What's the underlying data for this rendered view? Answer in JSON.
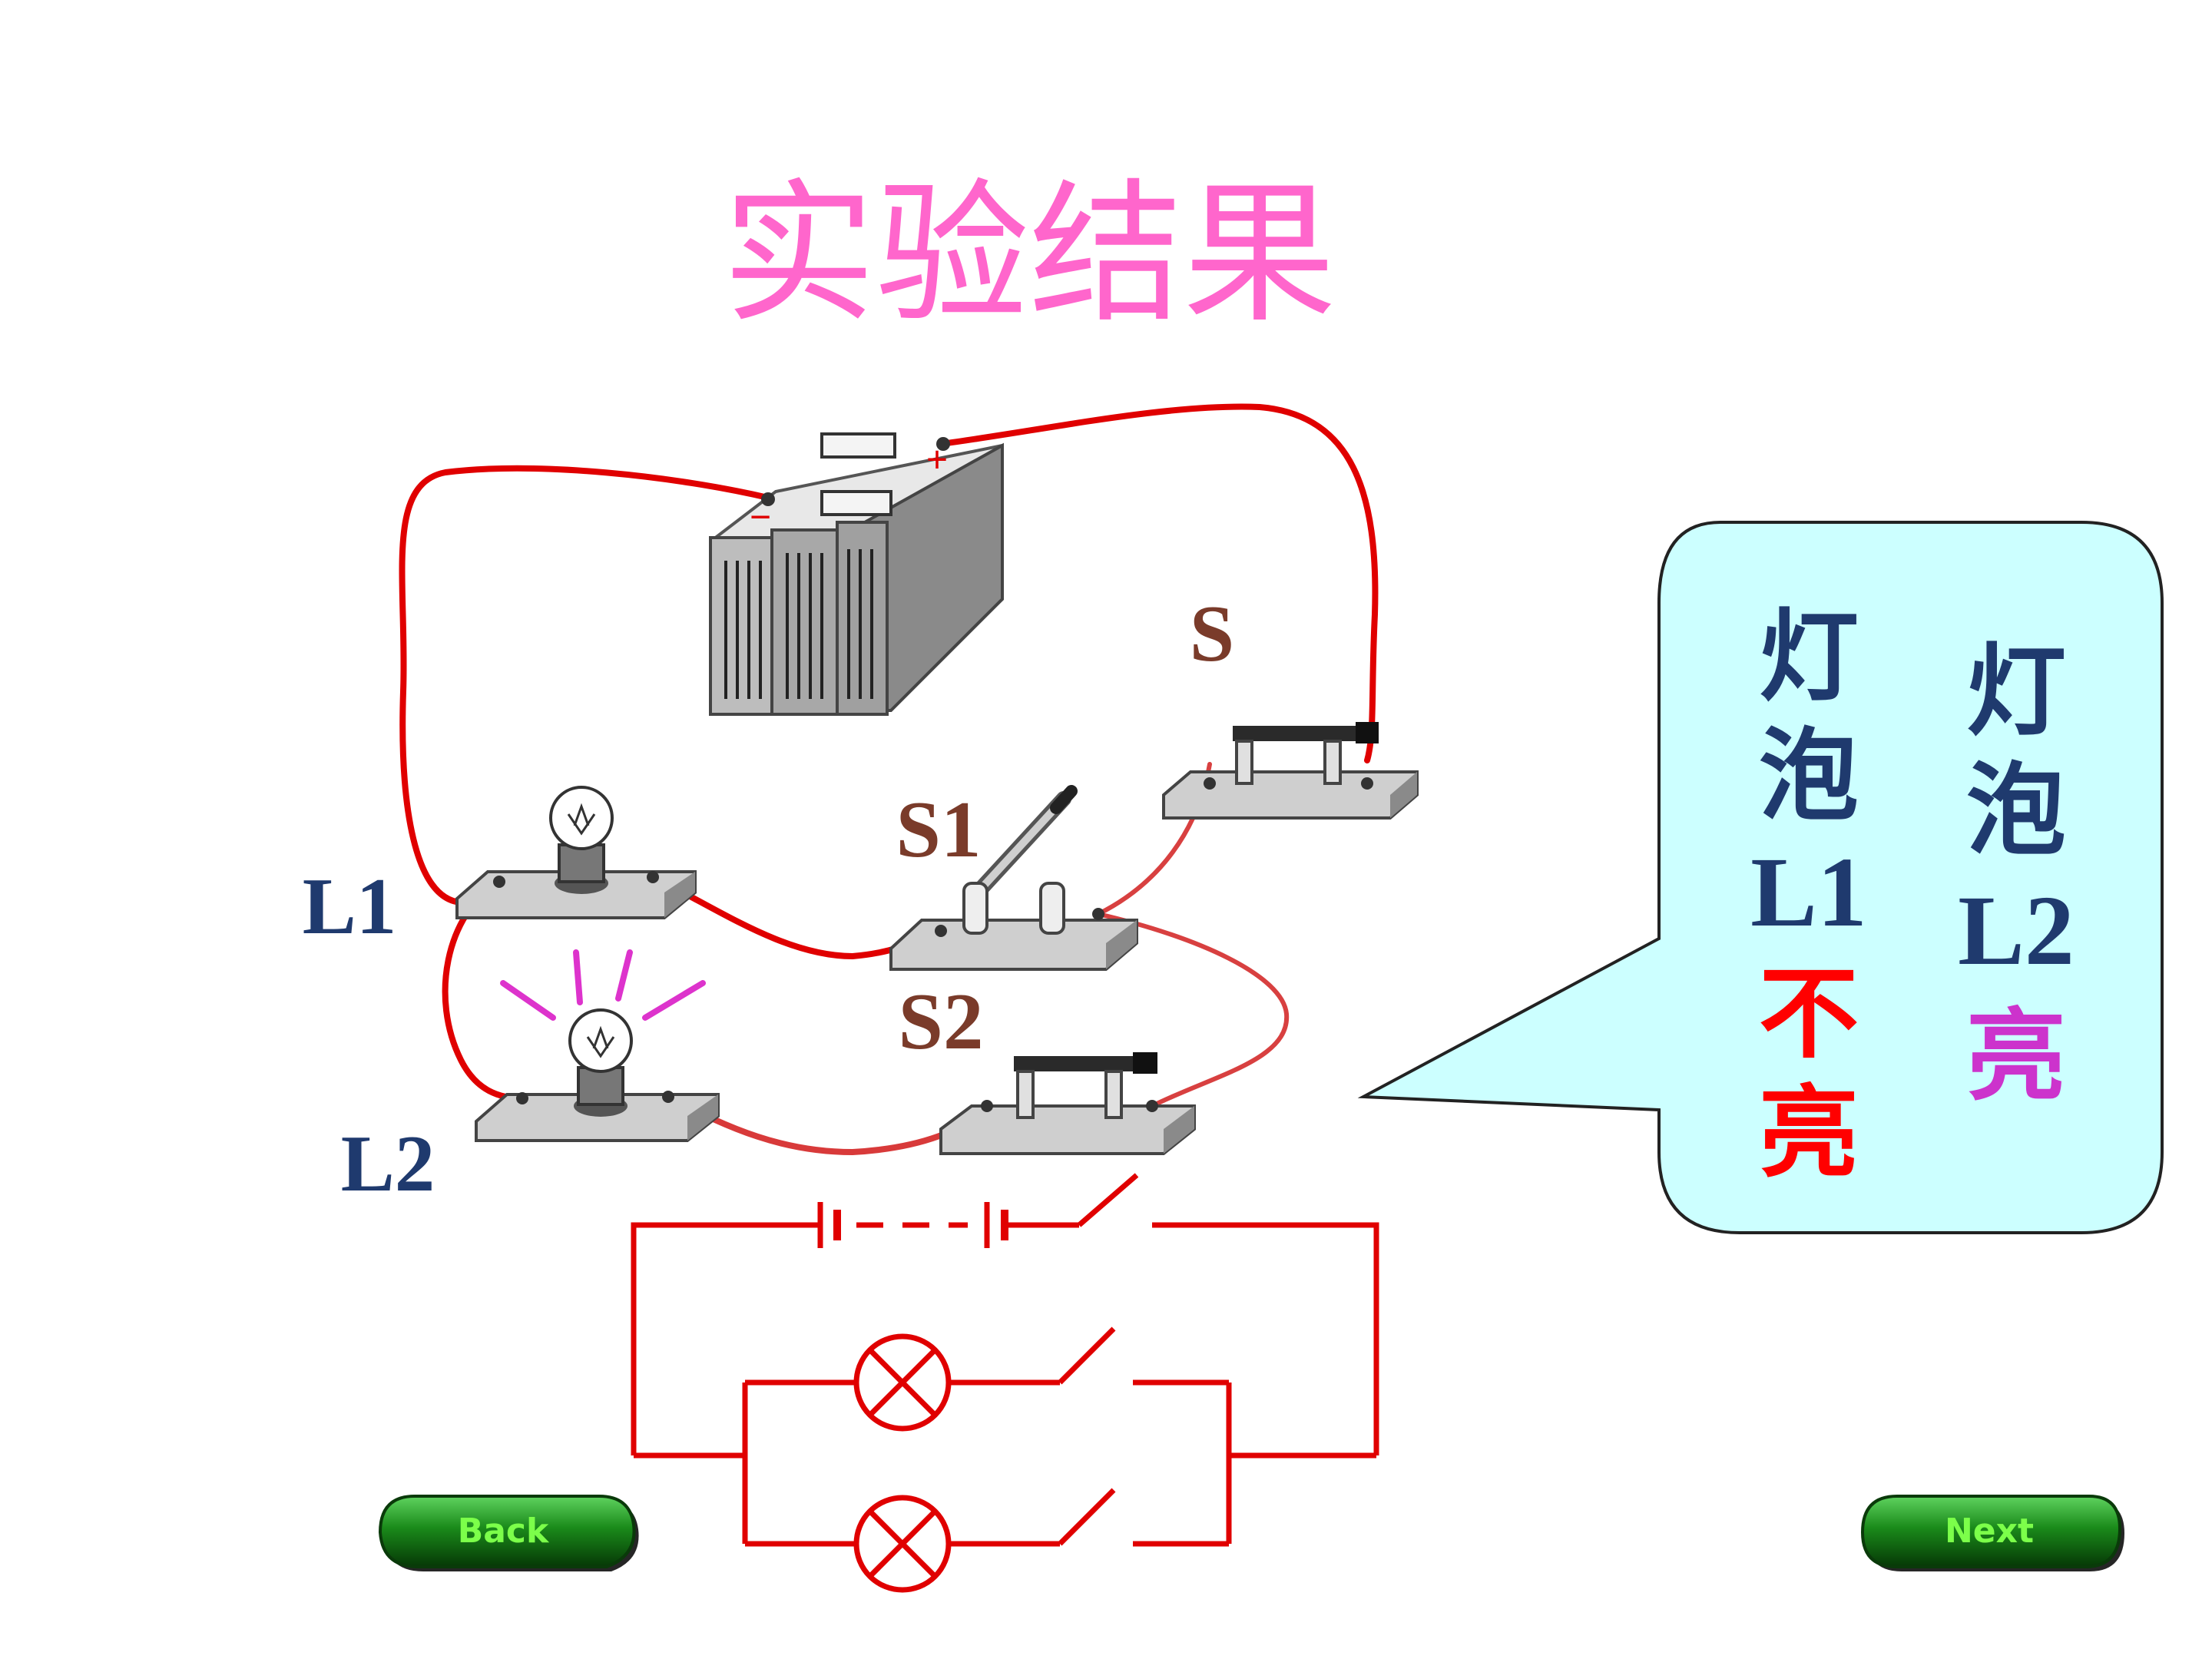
{
  "title": "实验结果",
  "labels": {
    "battery_plus": "+",
    "battery_minus": "−",
    "switch_s": "S",
    "switch_s1": "S1",
    "switch_s2": "S2",
    "lamp_l1": "L1",
    "lamp_l2": "L2"
  },
  "callout": {
    "col1": [
      "灯",
      "泡",
      "L1",
      "不",
      "亮"
    ],
    "col2": [
      "灯",
      "泡",
      "L2",
      "亮"
    ]
  },
  "nav": {
    "back_label": "Back",
    "next_label": "Next"
  },
  "colors": {
    "title": "#ff66cc",
    "wire": "#e00000",
    "label_brown": "#7a3b2a",
    "label_navy": "#1f3a6e",
    "callout_fill": "#ccffff",
    "text_red": "#ff0000",
    "text_magenta": "#cc33cc",
    "button_green": "#1a8a1a",
    "button_text": "#7cff4a"
  }
}
